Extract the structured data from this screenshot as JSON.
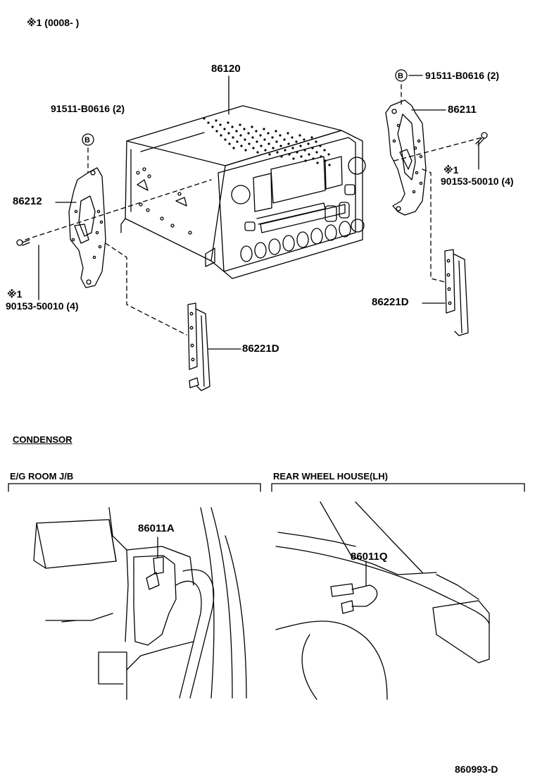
{
  "header_note": "※1 (0008-        )",
  "parts": {
    "radio_receiver": "86120",
    "bolt_right": "91511-B0616 (2)",
    "bolt_left": "91511-B0616 (2)",
    "bracket_right": "86211",
    "bracket_left": "86212",
    "screw_note_right": "※1",
    "screw_right": "90153-50010 (4)",
    "screw_note_left": "※1",
    "screw_left": "90153-50010 (4)",
    "plate_right": "86221D",
    "plate_left": "86221D",
    "condensor_a": "86011A",
    "condensor_q": "86011Q",
    "bolt_marker": "B"
  },
  "sections": {
    "condensor": "CONDENSOR",
    "eg_room": "E/G ROOM J/B",
    "rear_wheel": "REAR WHEEL HOUSE(LH)"
  },
  "figure_code": "860993-D"
}
